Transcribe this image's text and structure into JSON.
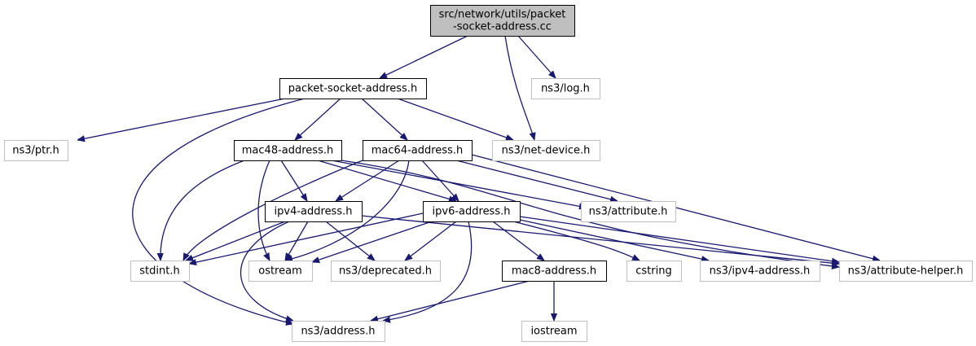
{
  "colors": {
    "edge": "#191970",
    "root_fill": "#bfbfbf",
    "local_stroke": "#000000",
    "system_stroke": "#bfbfbf",
    "fill": "#ffffff"
  },
  "graph": {
    "nodes": [
      {
        "id": "root",
        "lines": [
          "src/network/utils/packet",
          "-socket-address.cc"
        ],
        "kind": "root"
      },
      {
        "id": "psa",
        "lines": [
          "packet-socket-address.h"
        ],
        "kind": "local"
      },
      {
        "id": "log",
        "lines": [
          "ns3/log.h"
        ],
        "kind": "system"
      },
      {
        "id": "ptr",
        "lines": [
          "ns3/ptr.h"
        ],
        "kind": "system"
      },
      {
        "id": "mac48",
        "lines": [
          "mac48-address.h"
        ],
        "kind": "local"
      },
      {
        "id": "mac64",
        "lines": [
          "mac64-address.h"
        ],
        "kind": "local"
      },
      {
        "id": "netdev",
        "lines": [
          "ns3/net-device.h"
        ],
        "kind": "system"
      },
      {
        "id": "ipv4",
        "lines": [
          "ipv4-address.h"
        ],
        "kind": "local"
      },
      {
        "id": "ipv6",
        "lines": [
          "ipv6-address.h"
        ],
        "kind": "local"
      },
      {
        "id": "attr",
        "lines": [
          "ns3/attribute.h"
        ],
        "kind": "system"
      },
      {
        "id": "stdint",
        "lines": [
          "stdint.h"
        ],
        "kind": "system"
      },
      {
        "id": "ostream",
        "lines": [
          "ostream"
        ],
        "kind": "system"
      },
      {
        "id": "deprecated",
        "lines": [
          "ns3/deprecated.h"
        ],
        "kind": "system"
      },
      {
        "id": "mac8",
        "lines": [
          "mac8-address.h"
        ],
        "kind": "local"
      },
      {
        "id": "cstring",
        "lines": [
          "cstring"
        ],
        "kind": "system"
      },
      {
        "id": "ns3ipv4",
        "lines": [
          "ns3/ipv4-address.h"
        ],
        "kind": "system"
      },
      {
        "id": "attrhelper",
        "lines": [
          "ns3/attribute-helper.h"
        ],
        "kind": "system"
      },
      {
        "id": "address",
        "lines": [
          "ns3/address.h"
        ],
        "kind": "system"
      },
      {
        "id": "iostream",
        "lines": [
          "iostream"
        ],
        "kind": "system"
      }
    ],
    "edges": [
      {
        "from": "root",
        "to": "psa"
      },
      {
        "from": "root",
        "to": "log"
      },
      {
        "from": "root",
        "to": "netdev"
      },
      {
        "from": "psa",
        "to": "ptr"
      },
      {
        "from": "psa",
        "to": "mac48"
      },
      {
        "from": "psa",
        "to": "mac64"
      },
      {
        "from": "psa",
        "to": "netdev"
      },
      {
        "from": "psa",
        "to": "address"
      },
      {
        "from": "mac48",
        "to": "stdint"
      },
      {
        "from": "mac48",
        "to": "ostream"
      },
      {
        "from": "mac48",
        "to": "ipv4"
      },
      {
        "from": "mac48",
        "to": "ipv6"
      },
      {
        "from": "mac48",
        "to": "attr"
      },
      {
        "from": "mac48",
        "to": "attrhelper"
      },
      {
        "from": "mac64",
        "to": "stdint"
      },
      {
        "from": "mac64",
        "to": "ostream"
      },
      {
        "from": "mac64",
        "to": "ipv4"
      },
      {
        "from": "mac64",
        "to": "ipv6"
      },
      {
        "from": "mac64",
        "to": "attr"
      },
      {
        "from": "mac64",
        "to": "attrhelper"
      },
      {
        "from": "ipv4",
        "to": "stdint"
      },
      {
        "from": "ipv4",
        "to": "ostream"
      },
      {
        "from": "ipv4",
        "to": "deprecated"
      },
      {
        "from": "ipv4",
        "to": "address"
      },
      {
        "from": "ipv4",
        "to": "attrhelper"
      },
      {
        "from": "ipv6",
        "to": "stdint"
      },
      {
        "from": "ipv6",
        "to": "ostream"
      },
      {
        "from": "ipv6",
        "to": "deprecated"
      },
      {
        "from": "ipv6",
        "to": "mac8"
      },
      {
        "from": "ipv6",
        "to": "cstring"
      },
      {
        "from": "ipv6",
        "to": "ns3ipv4"
      },
      {
        "from": "ipv6",
        "to": "attrhelper"
      },
      {
        "from": "ipv6",
        "to": "address"
      },
      {
        "from": "mac8",
        "to": "address"
      },
      {
        "from": "mac8",
        "to": "iostream"
      }
    ]
  }
}
